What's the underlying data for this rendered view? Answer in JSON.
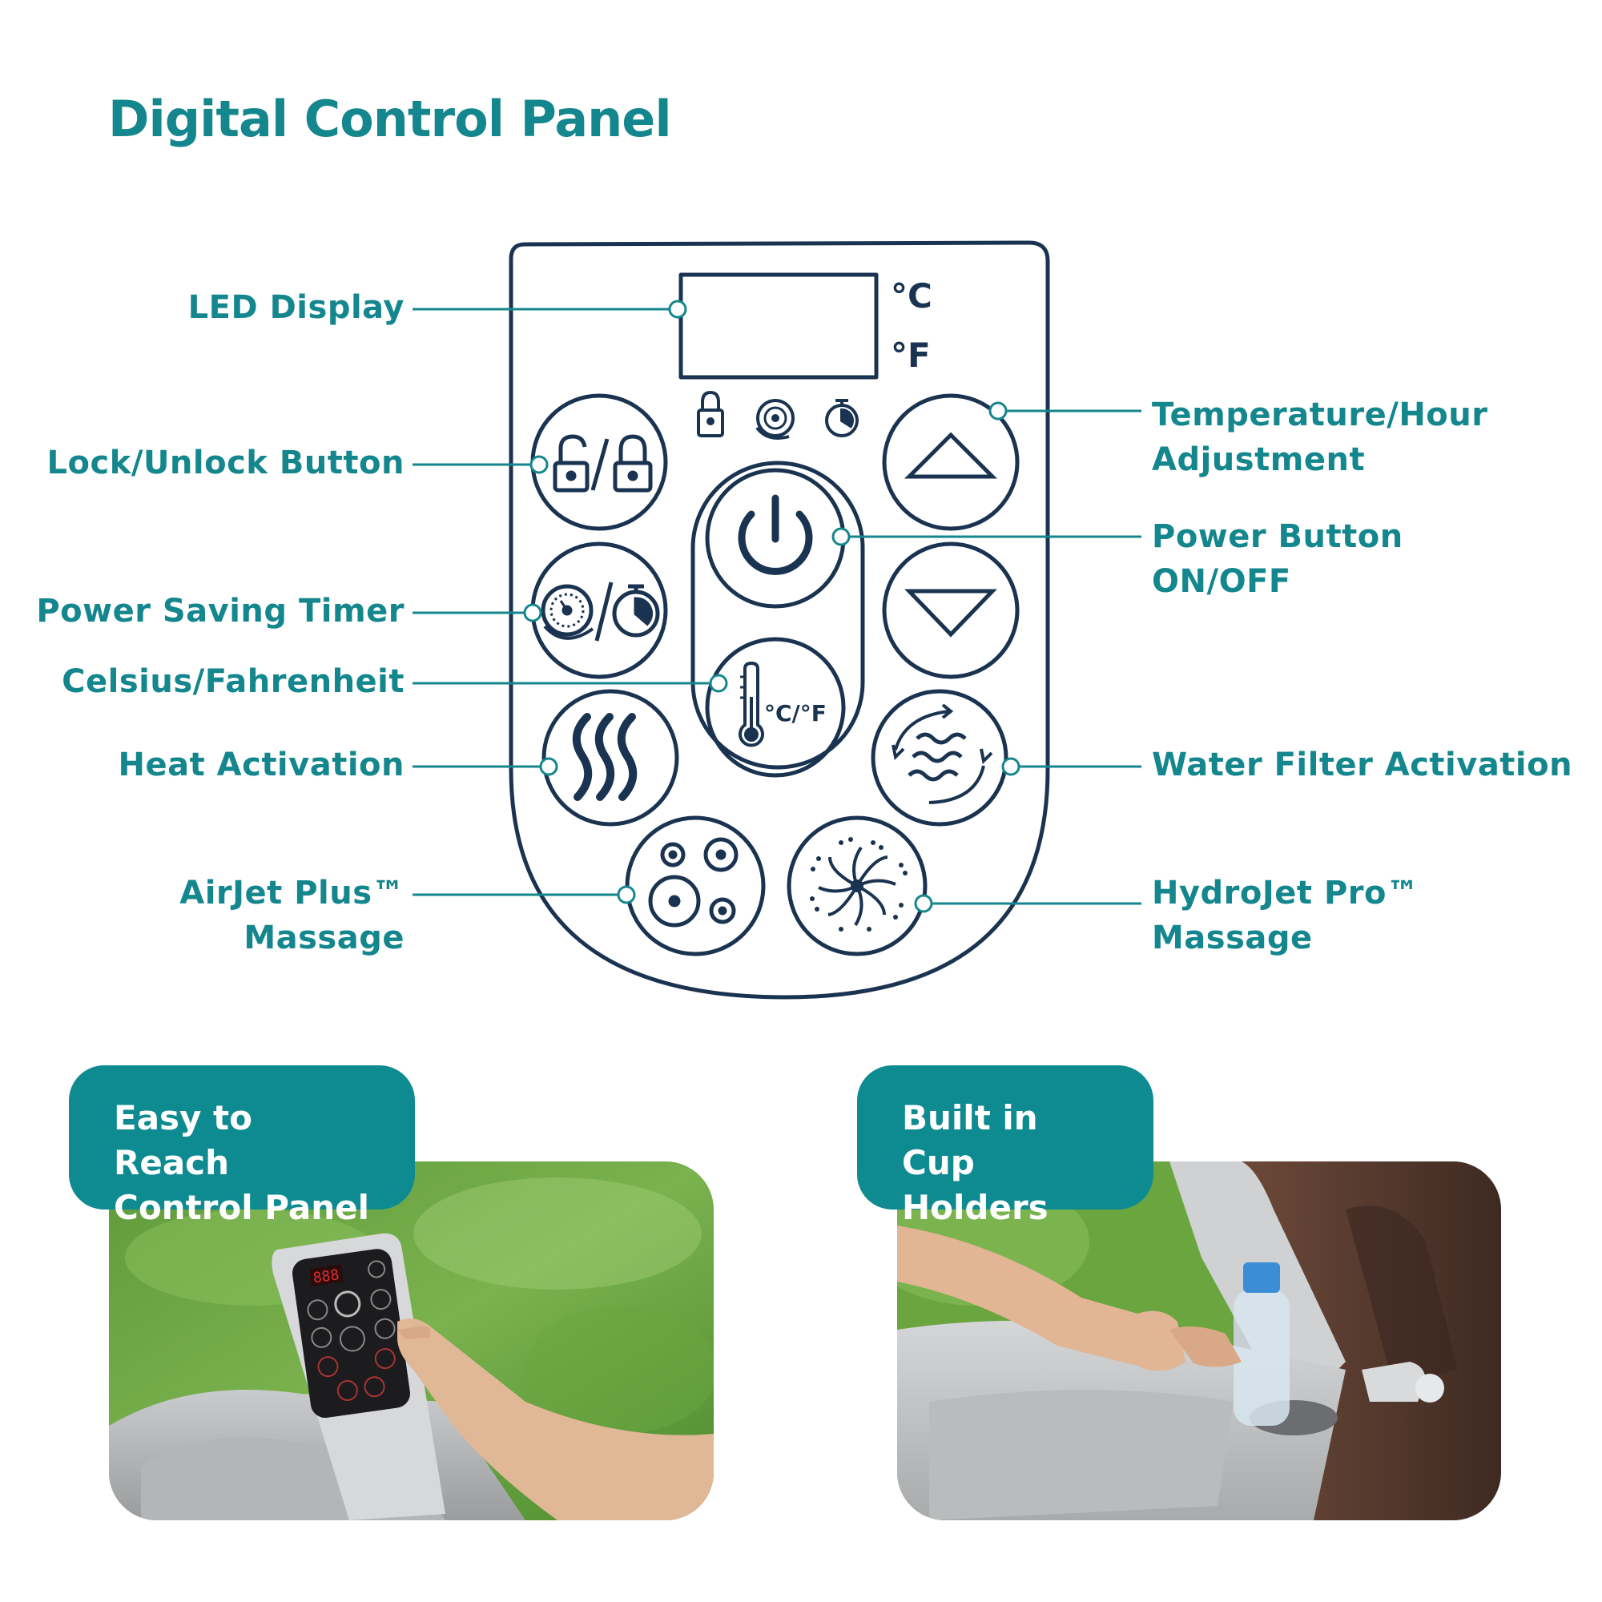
{
  "title": "Digital Control Panel",
  "panel": {
    "unit_c": "°C",
    "unit_f": "°F",
    "cf_button_text": "°C/°F"
  },
  "labels": {
    "led_display": "LED Display",
    "lock_unlock": "Lock/Unlock Button",
    "power_saving": "Power Saving Timer",
    "celsius_fahrenheit": "Celsius/Fahrenheit",
    "heat": "Heat Activation",
    "airjet_line1": "AirJet Plus™",
    "airjet_line2": "Massage",
    "temp_line1": "Temperature/Hour",
    "temp_line2": "Adjustment",
    "power_line1": "Power Button",
    "power_line2": "ON/OFF",
    "filter": "Water Filter Activation",
    "hydrojet_line1": "HydroJet Pro™",
    "hydrojet_line2": "Massage"
  },
  "photos": [
    {
      "badge_line1": "Easy to Reach",
      "badge_line2": "Control Panel"
    },
    {
      "badge_line1": "Built in Cup",
      "badge_line2": "Holders"
    }
  ],
  "colors": {
    "teal": "#14868d",
    "navy": "#1a3350",
    "badge": "#0e8a91"
  }
}
